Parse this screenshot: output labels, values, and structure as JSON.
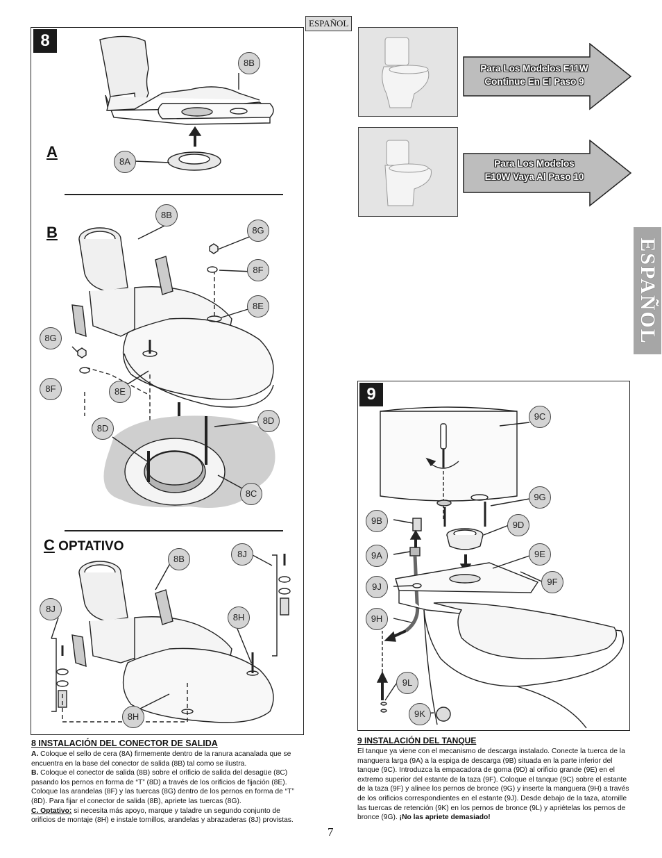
{
  "language_tag": "ESPAÑOL",
  "side_tab": "ESPAÑOL",
  "page_number": "7",
  "step8": {
    "badge": "8",
    "section_a": "A",
    "section_b": "B",
    "section_c": "C",
    "section_c_suffix": "OPTATIVO",
    "labels": {
      "a_8b": "8B",
      "a_8a": "8A",
      "b_8b": "8B",
      "b_8g_top": "8G",
      "b_8f_top": "8F",
      "b_8e_top": "8E",
      "b_8g_left": "8G",
      "b_8f_left": "8F",
      "b_8e_left": "8E",
      "b_8d_left": "8D",
      "b_8d_right": "8D",
      "b_8c": "8C",
      "c_8b": "8B",
      "c_8j_right": "8J",
      "c_8j_left": "8J",
      "c_8h_right": "8H",
      "c_8h_bottom": "8H"
    },
    "caption": {
      "title": "8  INSTALACIÓN DEL CONECTOR DE SALIDA",
      "a_lead": "A.",
      "a_text": " Coloque el sello de cera (8A) firmemente dentro de la ranura acanalada que se encuentra en la base del conector de salida (8B) tal como se ilustra.",
      "b_lead": "B.",
      "b_text": " Coloque el conector de salida (8B) sobre el orificio de salida del desagüe (8C) pasando los pernos en forma de “T” (8D) a través de los orificios de fijación (8E). Coloque las arandelas (8F) y las tuercas (8G) dentro de los pernos en forma de “T” (8D).  Para fijar el conector de salida (8B), apriete las tuercas (8G).",
      "c_lead": "C. Optativo:",
      "c_text": " si necesita más apoyo, marque y taladre un segundo conjunto de orificios de montaje (8H) e instale tornillos, arandelas y abrazaderas (8J) provistas."
    }
  },
  "models": {
    "arrow1_line1": "Para Los Modelos E11W",
    "arrow1_line2": "Continue En El Paso 9",
    "arrow2_line1": "Para Los Modelos",
    "arrow2_line2": "E10W Vaya Al Paso 10"
  },
  "step9": {
    "badge": "9",
    "labels": {
      "c": "9C",
      "g": "9G",
      "b": "9B",
      "d": "9D",
      "a": "9A",
      "e": "9E",
      "j": "9J",
      "f": "9F",
      "h": "9H",
      "l": "9L",
      "k": "9K"
    },
    "caption": {
      "title": "9 INSTALACIÓN DEL TANQUE",
      "text": "El tanque ya viene con el mecanismo de descarga instalado.  Conecte la tuerca de la manguera larga (9A) a la espiga de descarga (9B) situada en la parte inferior del tanque (9C). Introduzca la empacadora de goma (9D) al orificio grande (9E) en el extremo superior del estante de la taza (9F).  Coloque el tanque (9C) sobre el estante de la taza (9F) y alinee los pernos de bronce (9G) y inserte la manguera (9H) a través de los orificios correspondientes en el estante (9J).  Desde debajo de la taza, atornille las tuercas de retención (9K) en los pernos de bronce (9L) y apriételas los pernos de bronce (9G). ",
      "warning": "¡No las apriete demasiado!"
    }
  }
}
